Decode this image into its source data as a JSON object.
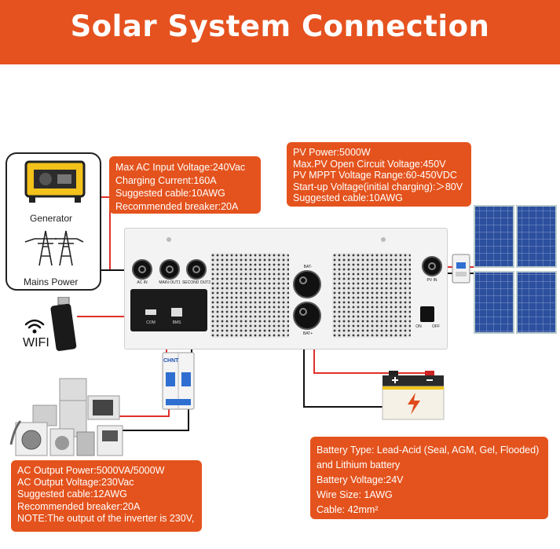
{
  "banner": {
    "title": "Solar System Connection"
  },
  "sources": {
    "generator_label": "Generator",
    "mains_label": "Mains Power"
  },
  "wifi": {
    "label": "WIFI"
  },
  "ac_input_box": {
    "lines": [
      "Max AC Input Voltage:240Vac",
      "Charging Current:160A",
      "Suggested cable:10AWG",
      "Recommended breaker:20A"
    ]
  },
  "pv_box": {
    "lines": [
      "PV Power:5000W",
      "Max.PV Open Circuit Voltage:450V",
      "PV MPPT Voltage Range:60-450VDC",
      "Start-up Voltage(initial charging):＞80V",
      "Suggested cable:10AWG"
    ]
  },
  "ac_output_box": {
    "lines": [
      "AC Output Power:5000VA/5000W",
      "AC Output Voltage:230Vac",
      "Suggested cable:12AWG",
      "Recommended breaker:20A",
      "NOTE:The output of the inverter is 230V,"
    ]
  },
  "battery_box": {
    "lines": [
      "Battery Type: Lead-Acid (Seal, AGM, Gel, Flooded)",
      "and Lithium battery",
      "Battery Voltage:24V",
      "Wire Size: 1AWG",
      "Cable: 42mm²"
    ]
  },
  "inverter": {
    "port_ac_in": "AC IN",
    "port_main_out": "MAIN OUT1",
    "port_second_out": "SECOND OUT2",
    "port_pv_in": "PV IN",
    "port_bat_top": "BAT-",
    "port_bat_bottom": "BAT+",
    "com_label": "COM",
    "bms_label": "BMS",
    "switch_on": "ON",
    "switch_off": "OFF"
  },
  "breaker": {
    "brand": "CHNT"
  },
  "colors": {
    "accent": "#e4531d",
    "wire_red": "#e0302a",
    "wire_black": "#111111",
    "panel_blue": "#2c4f9e"
  }
}
